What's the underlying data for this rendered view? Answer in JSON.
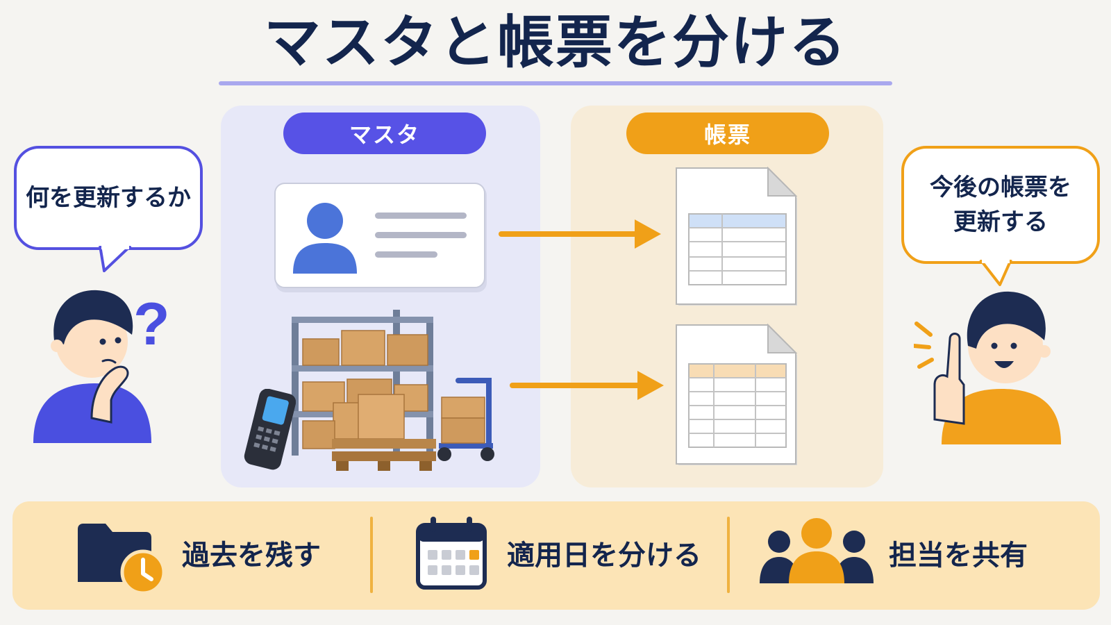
{
  "title": "マスタと帳票を分ける",
  "master": {
    "label": "マスタ"
  },
  "forms": {
    "label": "帳票"
  },
  "left_bubble": {
    "text": "何を更新するか"
  },
  "right_bubble": {
    "line1": "今後の帳票を",
    "line2": "更新する"
  },
  "features": [
    {
      "label": "過去を残す",
      "icon": "folder-clock-icon"
    },
    {
      "label": "適用日を分ける",
      "icon": "calendar-icon"
    },
    {
      "label": "担当を共有",
      "icon": "people-group-icon"
    }
  ],
  "colors": {
    "navy": "#13254d",
    "master_accent": "#5752e6",
    "forms_accent": "#f0a018",
    "bar_background": "#fce4b6"
  }
}
